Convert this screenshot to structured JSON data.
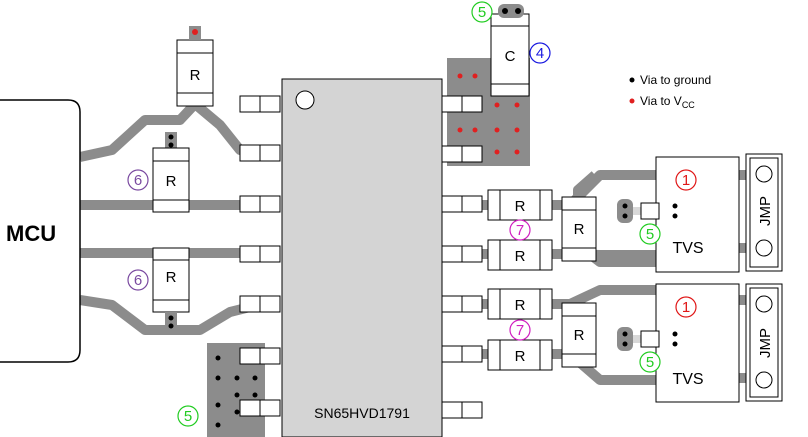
{
  "labels": {
    "mcu": "MCU",
    "chip": "SN65HVD1791",
    "resistor": "R",
    "capacitor": "C",
    "tvs": "TVS",
    "jmp": "JMP"
  },
  "legend": {
    "via_ground": "Via to ground",
    "via_vcc_prefix": "Via to V",
    "via_vcc_sub": "CC"
  },
  "callouts": {
    "tvs_top": "1",
    "tvs_bottom": "1",
    "cap": "4",
    "cap_via": "5",
    "bottom_pad": "5",
    "tvs_via_top": "5",
    "tvs_via_bottom": "5",
    "mcu_r_top": "6",
    "mcu_r_bottom": "6",
    "series_r_top": "7",
    "series_r_bottom": "7"
  },
  "colors": {
    "trace": "#8c8c8c",
    "pad_fill": "#8c8c8c",
    "chip_fill": "#d4d4d4",
    "via_vcc": "#e02020",
    "via_ground": "#000000",
    "circle_red": "#e01818",
    "circle_blue": "#1a1ae0",
    "circle_green": "#22cc22",
    "circle_purple": "#7a4aa0",
    "circle_magenta": "#d020c0"
  }
}
